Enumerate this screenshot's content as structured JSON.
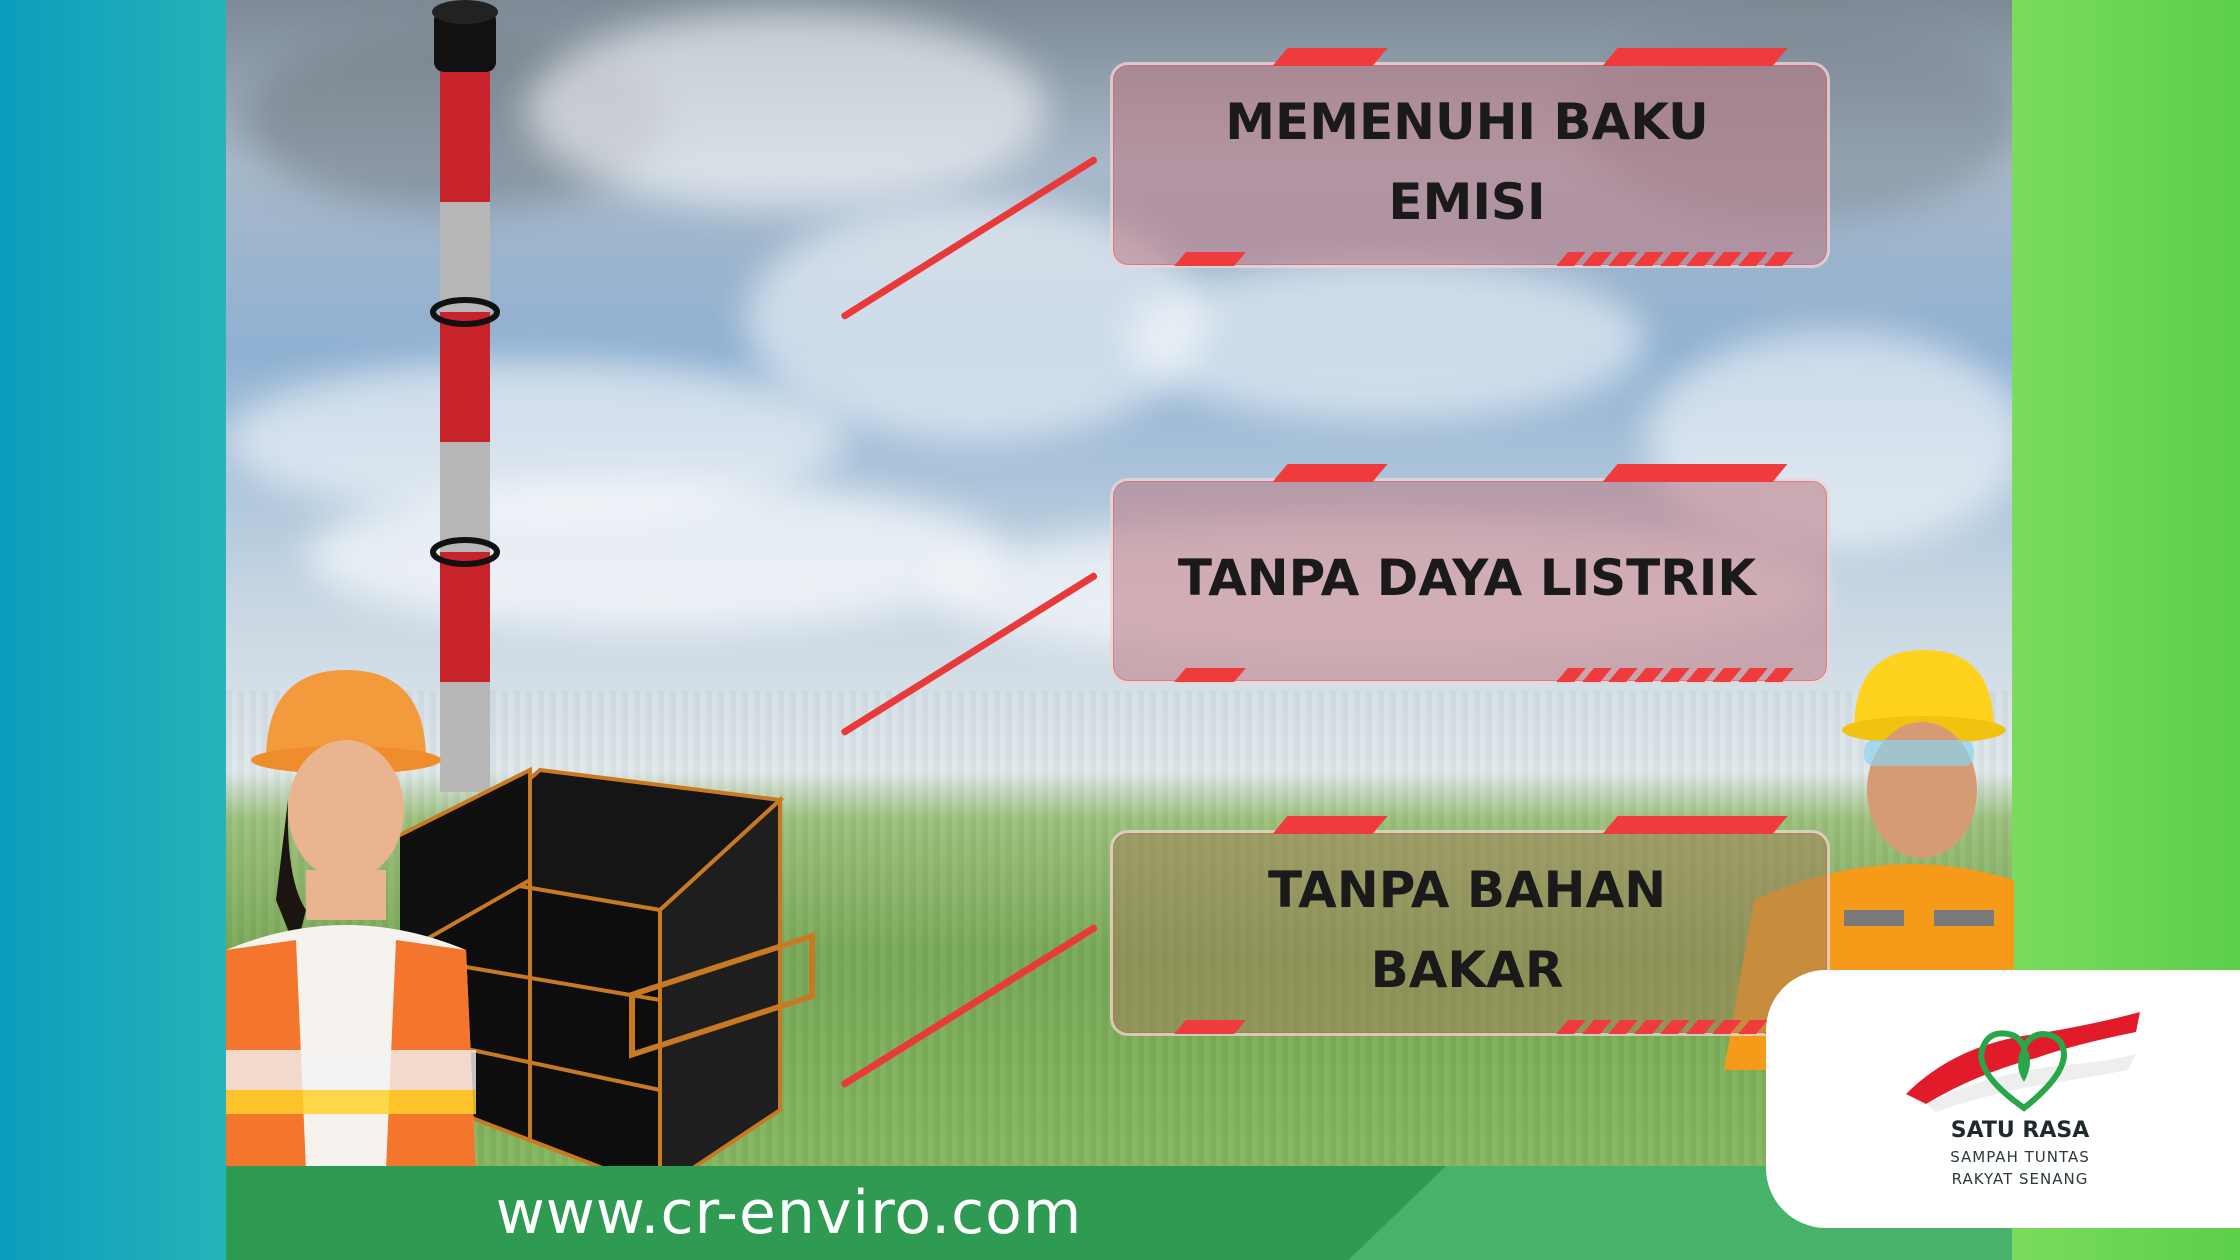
{
  "callouts": [
    {
      "text": "MEMENUHI BAKU\nEMISI"
    },
    {
      "text": "TANPA DAYA LISTRIK"
    },
    {
      "text": "TANPA BAHAN\nBAKAR"
    }
  ],
  "footer": {
    "url": "www.cr-enviro.com"
  },
  "logo": {
    "name": "SATU RASA",
    "tagline_1": "SAMPAH TUNTAS",
    "tagline_2": "RAKYAT SENANG"
  },
  "colors": {
    "accent_red": "#ef3b3b",
    "footer_green": "#2e9a52",
    "side_teal": "#0fa0bc",
    "side_green": "#6cd652"
  },
  "icons": [
    "incinerator-illustration",
    "worker-woman-illustration",
    "worker-man-illustration",
    "satu-rasa-heart-logo"
  ]
}
